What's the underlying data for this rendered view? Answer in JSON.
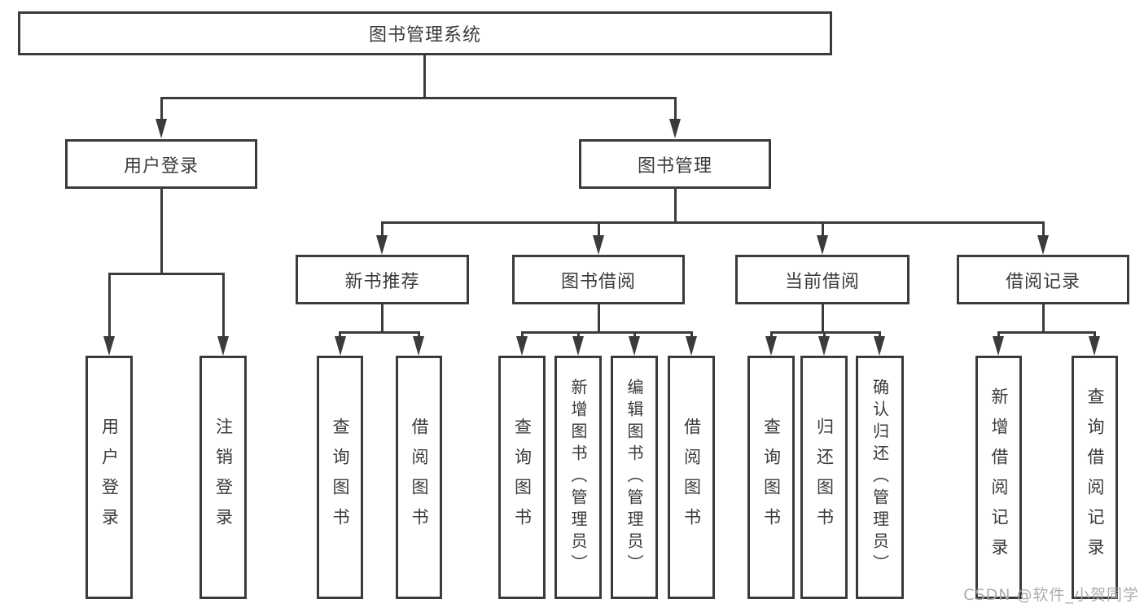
{
  "root": {
    "label": "图书管理系统"
  },
  "level2": {
    "user_login": "用户登录",
    "book_management": "图书管理"
  },
  "level3": {
    "new_books": "新书推荐",
    "book_borrow": "图书借阅",
    "current_borrow": "当前借阅",
    "borrow_records": "借阅记录"
  },
  "leaves": {
    "user_login": "用户登录",
    "logout": "注销登录",
    "nb_query_books": "查询图书",
    "nb_borrow_books": "借阅图书",
    "bb_query_books": "查询图书",
    "bb_add_books_admin": "新增图书（管理员）",
    "bb_edit_books_admin": "编辑图书（管理员）",
    "bb_borrow_books": "借阅图书",
    "cb_query_books": "查询图书",
    "cb_return_books": "归还图书",
    "cb_confirm_return_admin": "确认归还（管理员）",
    "br_add_record": "新增借阅记录",
    "br_query_record": "查询借阅记录"
  },
  "watermark": {
    "text": "CSDN @软件_小贺同学"
  },
  "colors": {
    "line": "#3b3b3b",
    "text": "#3a3a3a",
    "background": "#ffffff",
    "watermark": "#a8a8a8"
  }
}
